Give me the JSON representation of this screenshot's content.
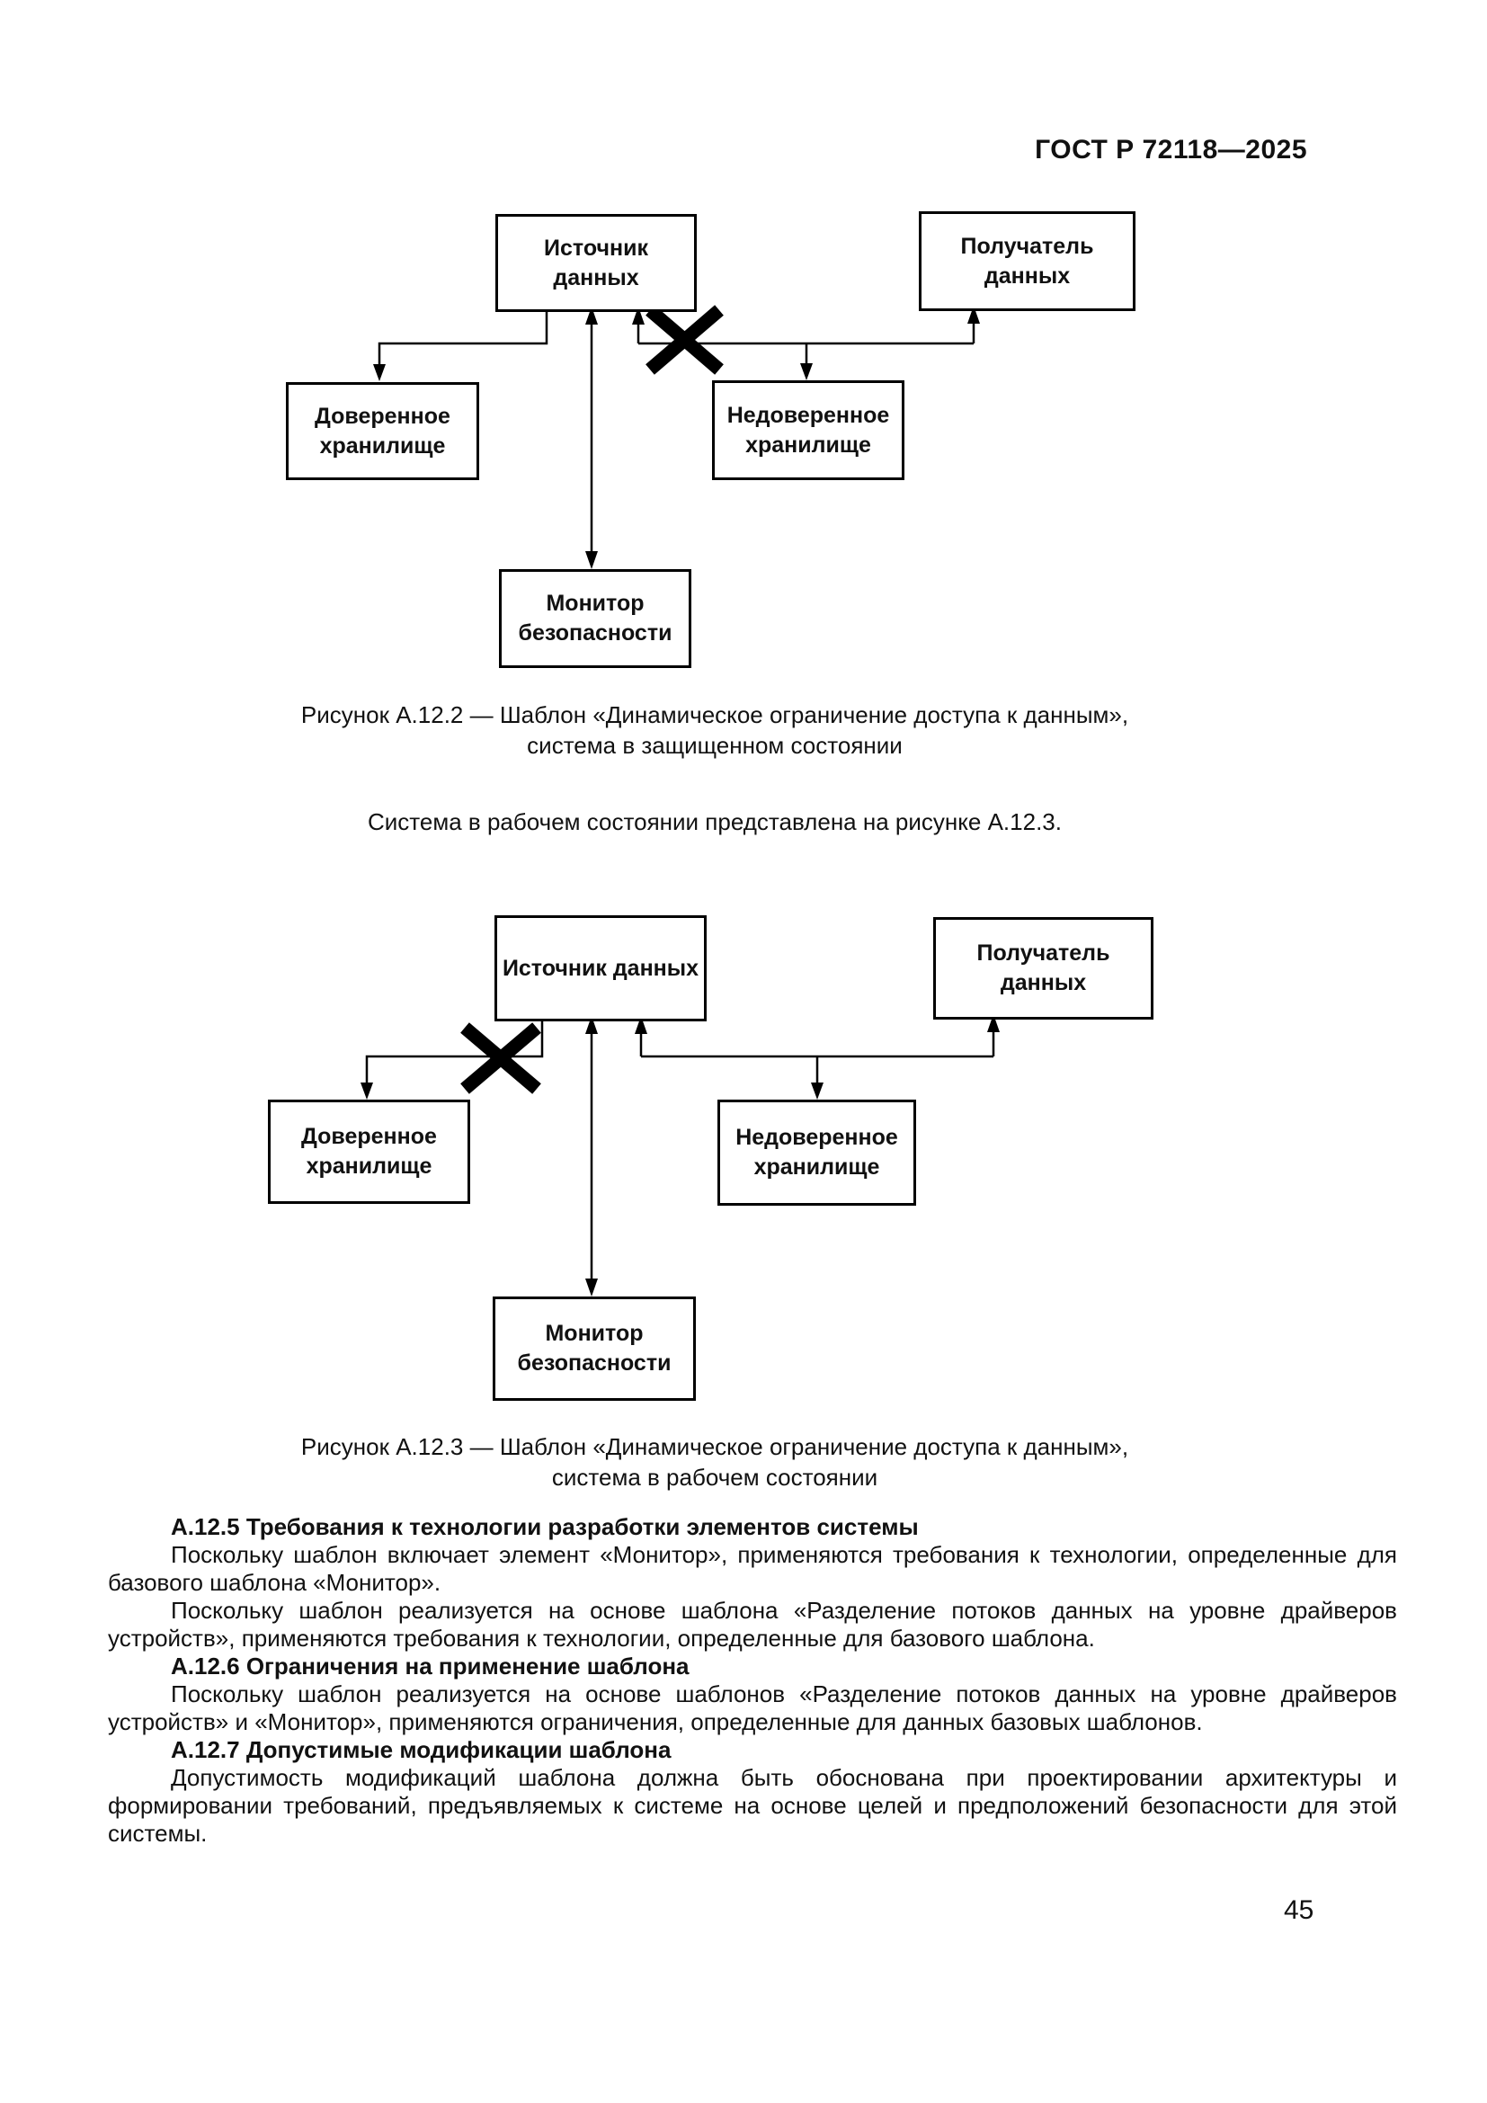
{
  "header": {
    "title": "ГОСТ Р 72118—2025"
  },
  "figures": [
    {
      "boxes": {
        "source": "Источник данных",
        "receiver": "Получатель данных",
        "trusted": "Доверенное\nхранилище",
        "untrusted": "Недоверенное\nхранилище",
        "monitor": "Монитор\nбезопасности"
      },
      "caption_line1": "Рисунок А.12.2 — Шаблон «Динамическое ограничение доступа к данным»,",
      "caption_line2": "система в защищенном состоянии"
    },
    {
      "boxes": {
        "source": "Источник данных",
        "receiver": "Получатель данных",
        "trusted": "Доверенное\nхранилище",
        "untrusted": "Недоверенное\nхранилище",
        "monitor": "Монитор\nбезопасности"
      },
      "caption_line1": "Рисунок А.12.3 — Шаблон «Динамическое ограничение доступа к данным»,",
      "caption_line2": "система в рабочем состоянии"
    }
  ],
  "paragraph_between": "Система в рабочем состоянии представлена на рисунке А.12.3.",
  "sections": [
    {
      "heading": "А.12.5 Требования к технологии разработки элементов системы",
      "paragraphs": [
        "Поскольку шаблон включает элемент «Монитор», применяются требования к технологии, определенные для базового шаблона «Монитор».",
        "Поскольку шаблон реализуется на основе шаблона «Разделение потоков данных на уровне драйверов устройств», применяются требования к технологии, определенные для базового шаблона."
      ]
    },
    {
      "heading": "А.12.6 Ограничения на применение шаблона",
      "paragraphs": [
        "Поскольку шаблон реализуется на основе шаблонов «Разделение потоков данных на уровне драйверов устройств» и «Монитор», применяются ограничения, определенные для данных базовых шаблонов."
      ]
    },
    {
      "heading": "А.12.7 Допустимые модификации шаблона",
      "paragraphs": [
        "Допустимость модификаций шаблона должна быть обоснована при проектировании архитектуры и формировании требований, предъявляемых к системе на основе целей и предположений безопасности для этой системы."
      ]
    }
  ],
  "page_number": "45"
}
